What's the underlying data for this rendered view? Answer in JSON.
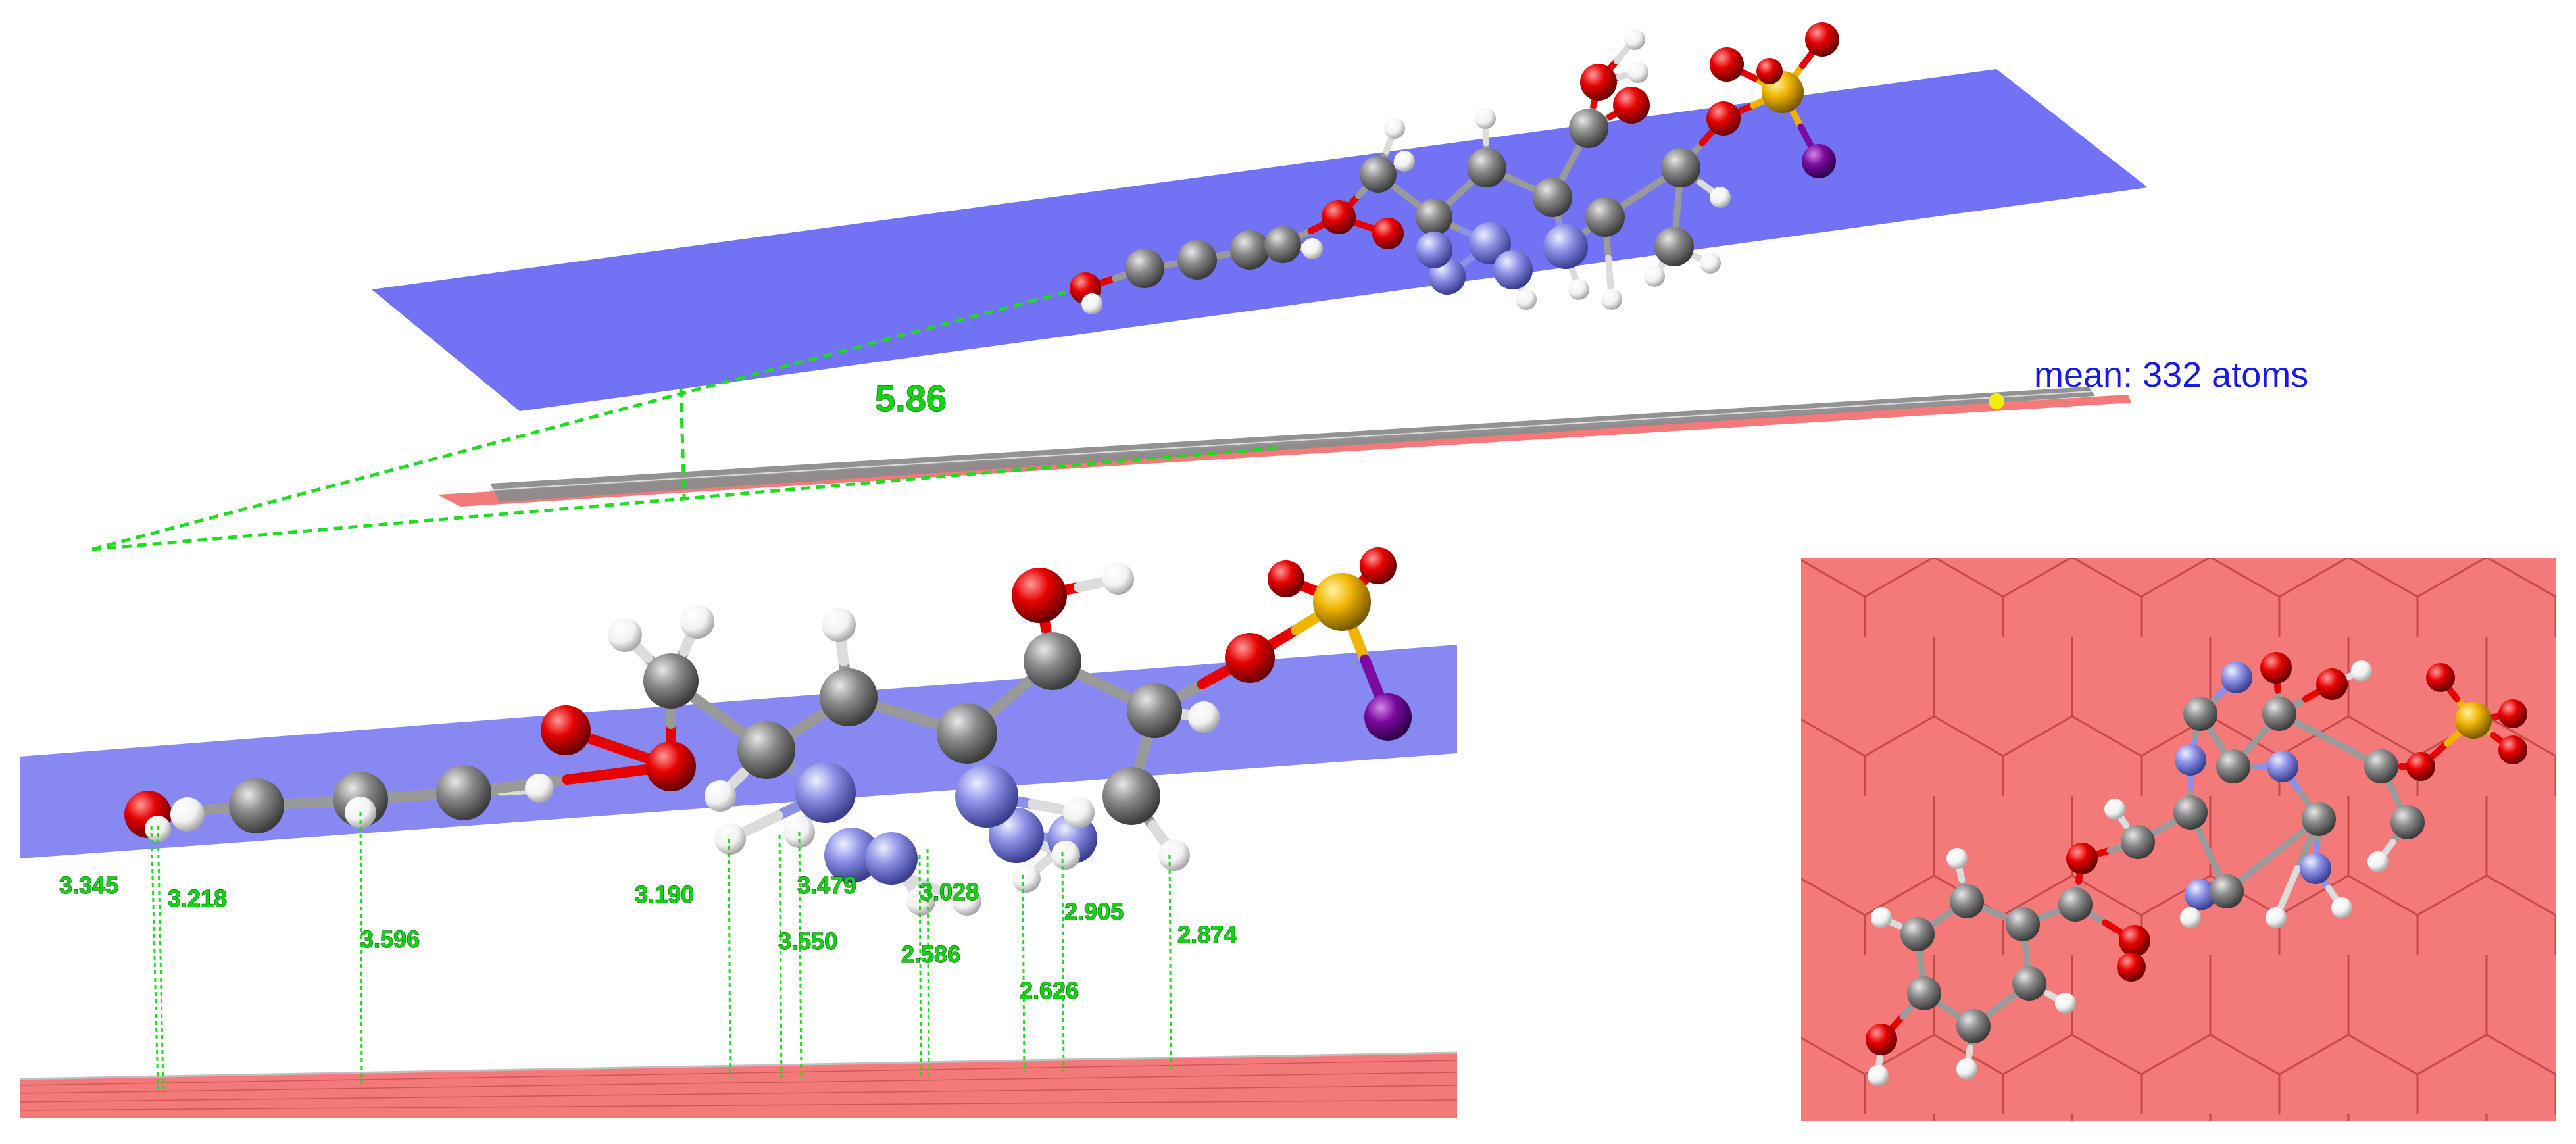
{
  "angle_label": "5.86",
  "mean_label": "mean: 332 atoms",
  "distances": [
    "3.345",
    "3.218",
    "3.596",
    "3.190",
    "3.479",
    "3.550",
    "3.028",
    "2.586",
    "2.905",
    "2.626",
    "2.874"
  ],
  "colors": {
    "plane_blue": "#7272f4",
    "surface_red": "#f47a7a",
    "surface_gray": "#8c8c8c",
    "carbon": "#8a8a8a",
    "oxygen": "#e60000",
    "nitrogen": "#8c90e6",
    "hydrogen": "#ffffff",
    "sulfur": "#f0b400",
    "iodine": "#7a0aa0",
    "guide": "#1edc1e"
  }
}
